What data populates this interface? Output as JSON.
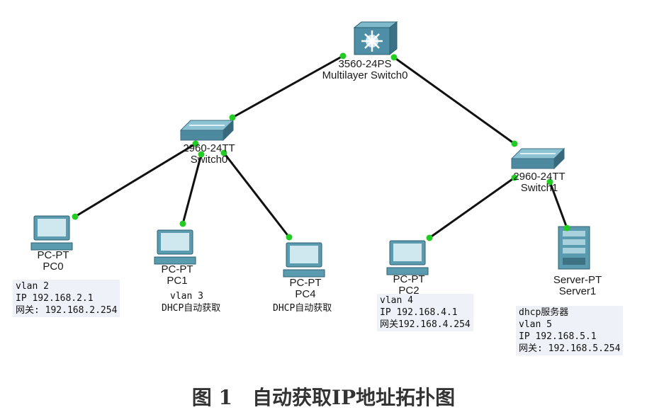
{
  "nodes": {
    "mls0": {
      "model": "3560-24PS",
      "name": "Multilayer Switch0"
    },
    "sw0": {
      "model": "2960-24TT",
      "name": "Switch0"
    },
    "sw1": {
      "model": "2960-24TT",
      "name": "Switch1"
    },
    "pc0": {
      "model": "PC-PT",
      "name": "PC0"
    },
    "pc1": {
      "model": "PC-PT",
      "name": "PC1"
    },
    "pc4": {
      "model": "PC-PT",
      "name": "PC4"
    },
    "pc2": {
      "model": "PC-PT",
      "name": "PC2"
    },
    "server1": {
      "model": "Server-PT",
      "name": "Server1"
    }
  },
  "notes": {
    "pc0": [
      "vlan 2",
      "IP  192.168.2.1",
      "网关: 192.168.2.254"
    ],
    "pc1": [
      "vlan 3",
      "DHCP自动获取"
    ],
    "pc4": [
      "DHCP自动获取"
    ],
    "pc2": [
      "vlan 4",
      "IP 192.168.4.1",
      "网关192.168.4.254"
    ],
    "server1": [
      "dhcp服务器",
      "vlan 5",
      "IP 192.168.5.1",
      "网关: 192.168.5.254"
    ]
  },
  "colors": {
    "link": "#111111",
    "port": "#22cc22",
    "device": "#5b9bb0"
  },
  "caption": "图 1　自动获取IP地址拓扑图"
}
